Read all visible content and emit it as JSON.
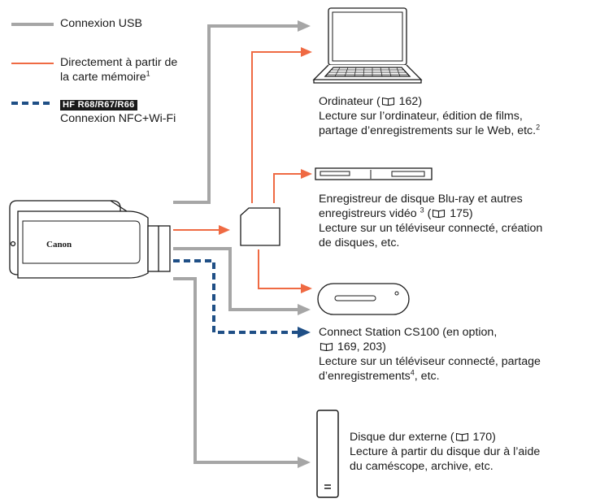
{
  "legend": {
    "usb": "Connexion USB",
    "card_line1": "Directement à partir de",
    "card_line2": "la carte mémoire",
    "card_sup": "1",
    "models": "HF R68/R67/R66",
    "nfc": "Connexion NFC+Wi-Fi"
  },
  "camera": {
    "logo": "Canon"
  },
  "computer": {
    "title": "Ordinateur (",
    "page": "162)",
    "line2": "Lecture sur l’ordinateur, édition de films,",
    "line3": "partage d’enregistrements sur le Web, etc.",
    "sup": "2"
  },
  "bluray": {
    "line1": "Enregistreur de disque Blu-ray et autres",
    "line2a": "enregistreurs vidéo ",
    "sup": "3",
    "line2b": " (",
    "page": "175)",
    "line3": "Lecture sur un téléviseur connecté, création",
    "line4": "de disques, etc."
  },
  "station": {
    "line1": "Connect Station CS100 (en option,",
    "pages": "169, 203)",
    "line3": "Lecture sur un téléviseur connecté, partage",
    "line4a": "d’enregistrements",
    "sup": "4",
    "line4b": ", etc."
  },
  "hdd": {
    "title": "Disque dur externe (",
    "page": "170)",
    "line2": "Lecture à partir du disque dur à l’aide",
    "line3": "du caméscope, archive, etc."
  },
  "colors": {
    "usb": "#a6a6a6",
    "card": "#ef6a43",
    "nfc": "#1f4f86",
    "outline": "#1a1a1a"
  },
  "icons": [
    "book-icon",
    "laptop-icon",
    "bluray-recorder-icon",
    "memory-card-icon",
    "connect-station-icon",
    "external-hdd-icon",
    "camcorder-icon"
  ]
}
